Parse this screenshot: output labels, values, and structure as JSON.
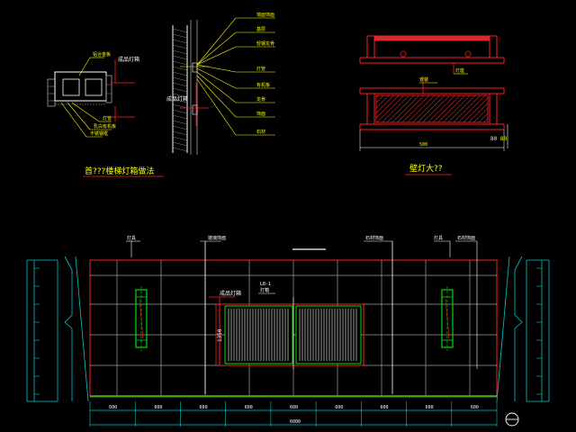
{
  "colors": {
    "background": "#000000",
    "yellow": "#ffff00",
    "white": "#ffffff",
    "red": "#ff2020",
    "cyan": "#00c8c8",
    "green": "#00e000",
    "grey": "#a0a0a0",
    "hatch": "#c83232"
  },
  "detail_1": {
    "title": "首???楼梯灯箱做法",
    "label_top": "铝合金板",
    "label_side": "成品灯箱",
    "label_a": "灯管",
    "label_b": "乳白有机板",
    "label_c": "不锈钢框"
  },
  "detail_2": {
    "side_label": "成品灯箱",
    "callouts": [
      "墙面饰面",
      "基层",
      "轻钢龙骨",
      "灯管",
      "有机板",
      "龙骨",
      "饰面",
      "石材"
    ]
  },
  "detail_3": {
    "title": "壁灯大??",
    "label_mid": "安装",
    "label_top": "灯座",
    "dim_bottom": "500",
    "dim_right": "80 80"
  },
  "elevation": {
    "labels": [
      "灯具",
      "玻璃饰面",
      "石材饰面",
      "灯具",
      "石材饰面"
    ],
    "panel_label": "成品灯箱",
    "panel_code_top": "LB-1",
    "panel_code_bottom": "灯箱",
    "height_dim": "1350",
    "bottom_dims": [
      "600",
      "600",
      "600",
      "600",
      "600",
      "600",
      "600",
      "600",
      "600"
    ],
    "total_dim": "6000"
  }
}
